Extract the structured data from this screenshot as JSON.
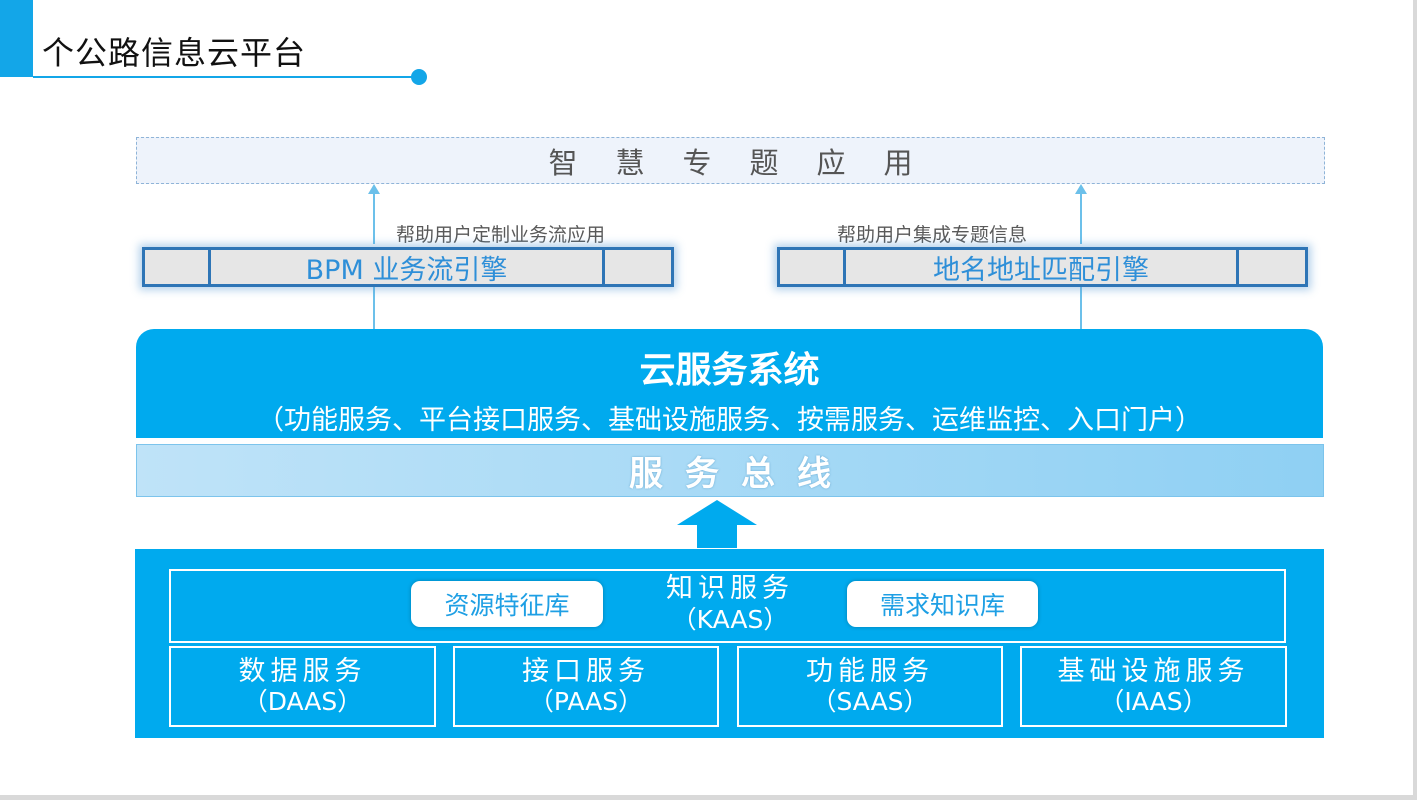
{
  "header": {
    "title": "个公路信息云平台"
  },
  "smart_apps": {
    "label": "智慧专题应用"
  },
  "left_engine": {
    "caption": "帮助用户定制业务流应用",
    "label": "BPM 业务流引擎"
  },
  "right_engine": {
    "caption": "帮助用户集成专题信息",
    "label": "地名地址匹配引擎"
  },
  "cloud_service": {
    "title": "云服务系统",
    "subtitle": "（功能服务、平台接口服务、基础设施服务、按需服务、运维监控、入口门户）"
  },
  "service_bus": {
    "label": "服务总线"
  },
  "knowledge": {
    "title": "知识服务",
    "code": "（KAAS）",
    "left_box": "资源特征库",
    "right_box": "需求知识库"
  },
  "services": [
    {
      "title": "数据服务",
      "code": "（DAAS）"
    },
    {
      "title": "接口服务",
      "code": "（PAAS）"
    },
    {
      "title": "功能服务",
      "code": "（SAAS）"
    },
    {
      "title": "基础设施服务",
      "code": "（IAAS）"
    }
  ],
  "colors": {
    "primary": "#00aaee",
    "accent": "#13a6e8",
    "engine_border": "#2e75b6"
  }
}
